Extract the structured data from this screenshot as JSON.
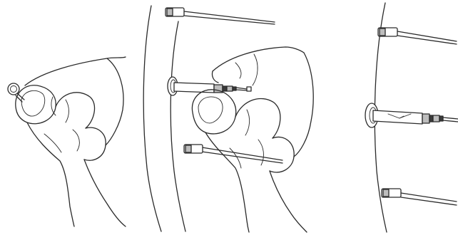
{
  "figure": {
    "panels": [
      {
        "id": "panel-1",
        "subject": "fingers-holding-ring-tool-icon"
      },
      {
        "id": "panel-2",
        "subject": "fingers-inserting-nipple-into-rim-icon"
      },
      {
        "id": "panel-3",
        "subject": "installed-spoke-nipples-on-rim-icon"
      }
    ],
    "colors": {
      "line": "#2a2a2a",
      "background": "#ffffff",
      "metal_shade": "#bdbdbd",
      "dark_detail": "#3a3a3a"
    }
  }
}
